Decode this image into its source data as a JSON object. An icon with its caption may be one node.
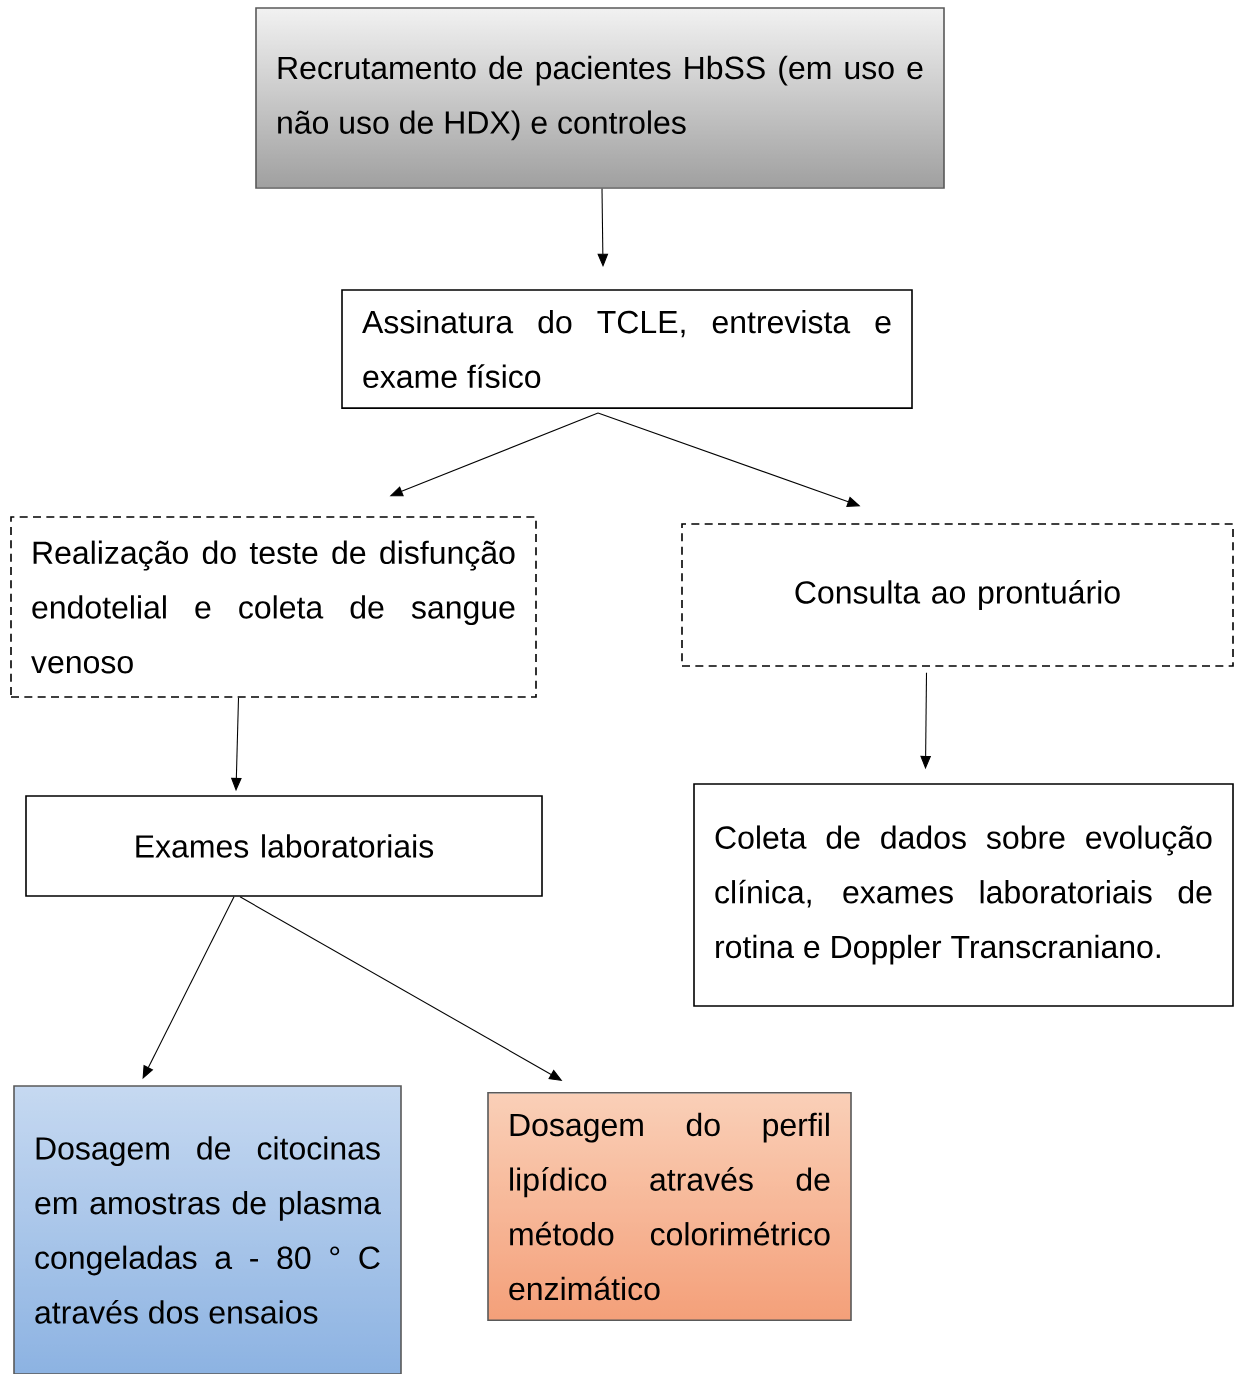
{
  "diagram": {
    "nodes": [
      {
        "text": [
          "Recrutamento de pacientes HbSS (em uso e não uso de HDX) e controles"
        ]
      },
      {
        "text": [
          "Assinatura do TCLE, entrevista e exame físico"
        ]
      },
      {
        "text": [
          "Realização do teste de disfunção endotelial e coleta de sangue venoso"
        ]
      },
      {
        "text": [
          "Consulta ao prontuário"
        ]
      },
      {
        "text": [
          "Exames laboratoriais"
        ]
      },
      {
        "text": [
          "Coleta de dados sobre evolução clínica, exames laboratoriais de rotina e Doppler Transcraniano."
        ]
      },
      {
        "text": [
          "Dosagem de citocinas em amostras de plasma congeladas a - 80 ° C através dos ensaios"
        ]
      },
      {
        "text": [
          "Dosagem do perfil lipídico através de método colorimétrico enzimático"
        ]
      }
    ],
    "edges": [
      {
        "from": 0,
        "to": 1,
        "arrow": "to"
      },
      {
        "from": 1,
        "to": 2,
        "arrow": "to"
      },
      {
        "from": 1,
        "to": 3,
        "arrow": "to"
      },
      {
        "from": 2,
        "to": 4,
        "arrow": "to"
      },
      {
        "from": 3,
        "to": 5,
        "arrow": "to"
      },
      {
        "from": 4,
        "to": 6,
        "arrow": "to"
      },
      {
        "from": 4,
        "to": 7,
        "arrow": "to"
      }
    ]
  }
}
